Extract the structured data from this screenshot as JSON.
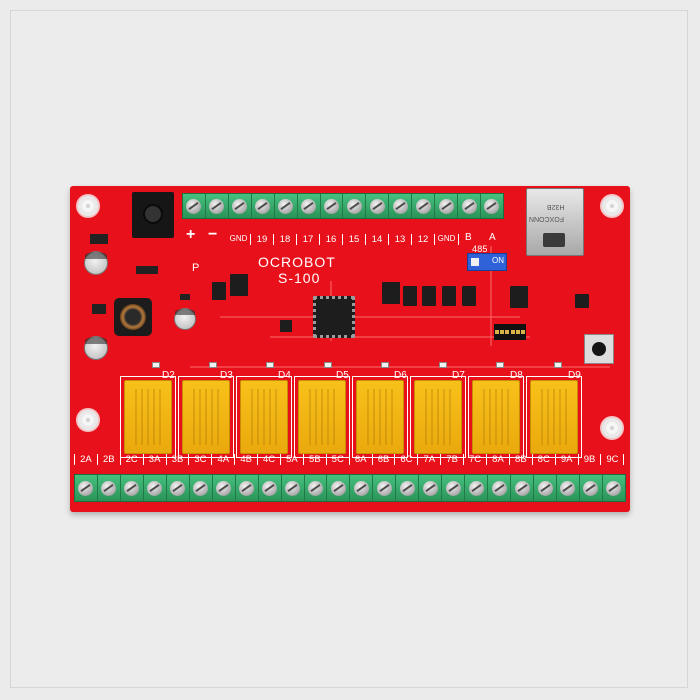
{
  "board": {
    "brand": "OCROBOT",
    "model": "S-100",
    "power_plus": "+",
    "power_minus": "−",
    "p_label": "P",
    "rs485_b": "B",
    "rs485_a": "A",
    "rs485_label": "485",
    "dip_label": "ON",
    "usb_label_1": "FOXCONN",
    "usb_label_2": "H32B",
    "top_terminal_labels": [
      "GND",
      "19",
      "18",
      "17",
      "16",
      "15",
      "14",
      "13",
      "12",
      "GND"
    ],
    "relay_labels": [
      "D2",
      "D3",
      "D4",
      "D5",
      "D6",
      "D7",
      "D8",
      "D9"
    ],
    "bottom_terminal_labels": [
      "2A",
      "2B",
      "2C",
      "3A",
      "3B",
      "3C",
      "4A",
      "4B",
      "4C",
      "5A",
      "5B",
      "5C",
      "6A",
      "6B",
      "6C",
      "7A",
      "7B",
      "7C",
      "8A",
      "8B",
      "8C",
      "9A",
      "9B",
      "9C"
    ]
  },
  "colors": {
    "pcb": "#e8111b",
    "terminal_green": "#2fa063",
    "relay_yellow": "#f8c11a",
    "dip_blue": "#2f62d8",
    "background": "#ebebeb"
  }
}
